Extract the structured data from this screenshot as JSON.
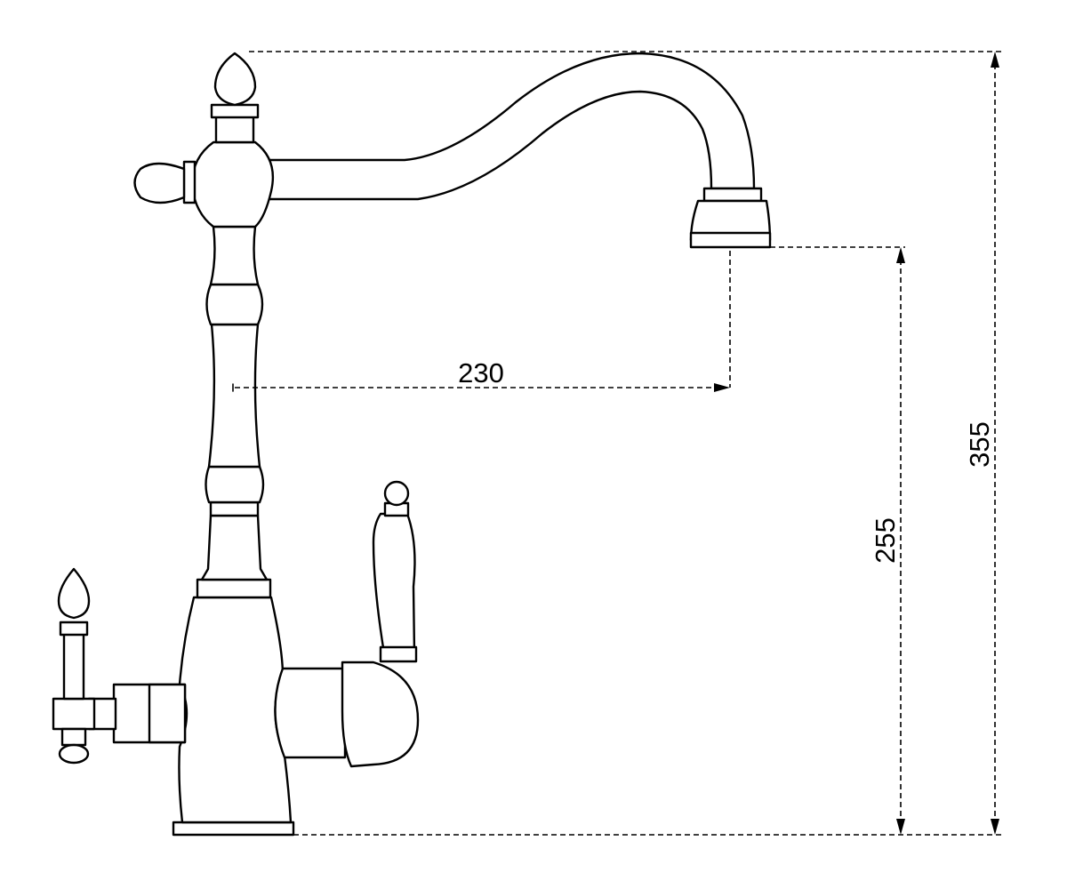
{
  "dimensions": {
    "spout_reach": "230",
    "spout_height": "255",
    "overall_height": "355"
  }
}
